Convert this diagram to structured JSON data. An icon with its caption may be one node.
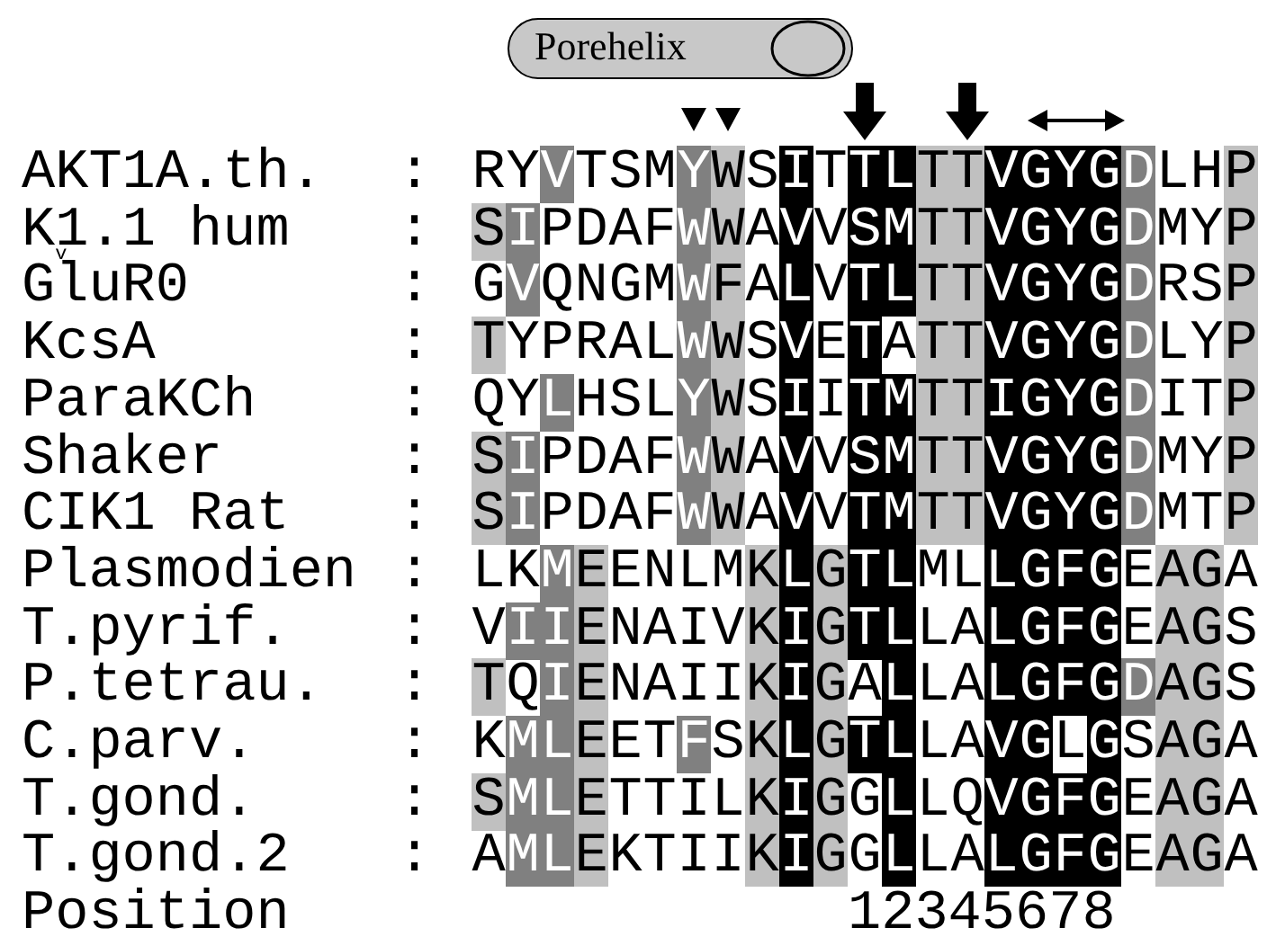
{
  "diagram": {
    "nodes": [
      {
        "text": [
          "Porehelix"
        ]
      }
    ],
    "labels": [
      "AKT1A.th.",
      ":",
      "RYVTSMYWSITTLTTVGYGDLHP",
      "K$_{v}$1.1 hum",
      ":",
      "SIPDAFWWAVVSMTTVGYGDMYP",
      "GluR0",
      ":",
      "GVQNGMWFALVTLTTVGYGDRSP",
      "KcsA",
      ":",
      "TYPRALWWSVETATTVGYGDLYP",
      "ParaKCh",
      ":",
      "QYLHSLYWSIITMTTIGYGDITP",
      "Shaker",
      ":",
      "SIPDAFWWAVVSMTTVGYGDMYP",
      "CIK1 Rat",
      ":",
      "SIPDAFWWAVVTMTTVGYGDMTP",
      "Plasmodien",
      ":",
      "LKMEENLMKLGTLMLLGFGEAGA",
      "T.pyrif.",
      ":",
      "VIIENAIVKIGTLLALGFGEAGS",
      "P.tetrau.",
      ":",
      "TQIENAIIKIGALLALGFGDAGS",
      "C.parv.",
      ":",
      "KMLEETFSKLGTLLAVGLGSAGA",
      "T.gond.",
      ":",
      "SMLETTILKIGGLLQVGFGEAGA",
      "T.gond.2",
      ":",
      "AMLEKTIIKIGGLLALGFGEAGA",
      "Position",
      "12345678"
    ]
  }
}
